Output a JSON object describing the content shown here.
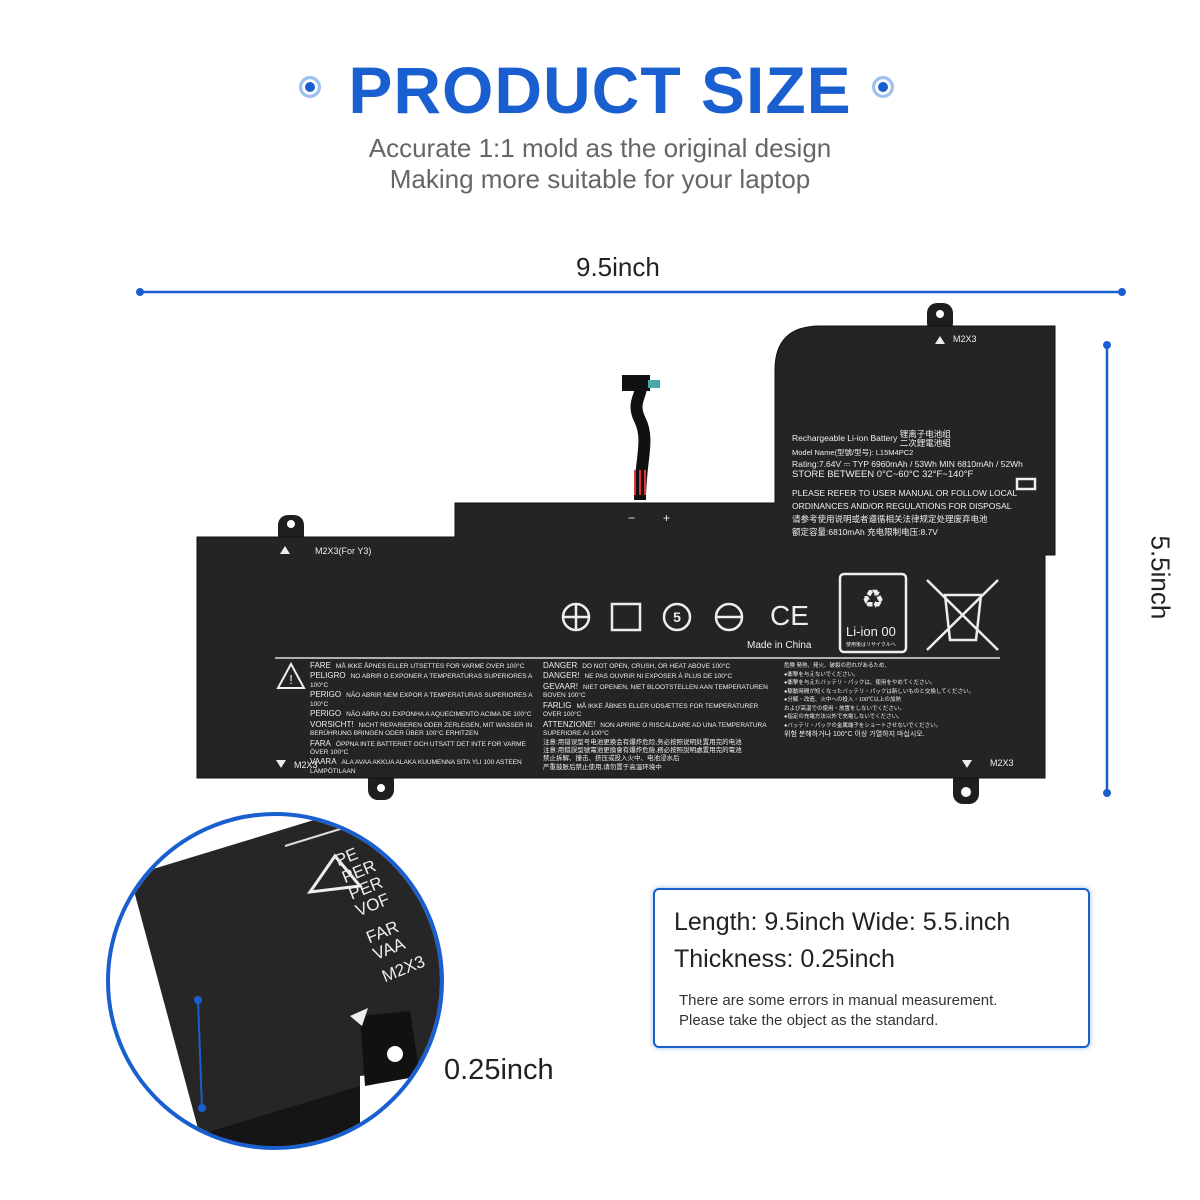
{
  "header": {
    "title": "PRODUCT SIZE",
    "subtitle_line1": "Accurate 1:1 mold as the original design",
    "subtitle_line2": "Making more suitable for your laptop"
  },
  "dimensions": {
    "width": "9.5inch",
    "height": "5.5inch",
    "thickness": "0.25inch"
  },
  "battery": {
    "screw_labels": [
      "M2X3",
      "M2X3(For Y3)",
      "M2X3",
      "M2X3"
    ],
    "polarity": [
      "−",
      "+"
    ],
    "label": {
      "type": "Rechargeable Li-ion Battery",
      "type_cn": "锂离子电池组",
      "type_tw": "二次鋰電池組",
      "model": "Model Name(型號/型号): L15M4PC2",
      "rating": "Rating:7.64V ⎓ TYP 6960mAh / 53Wh  MIN 6810mAh / 52Wh",
      "store": "STORE BETWEEN 0°C~60°C  32°F~140°F",
      "disposal1": "PLEASE REFER TO USER MANUAL OR FOLLOW LOCAL",
      "disposal2": "ORDINANCES AND/OR REGULATIONS FOR DISPOSAL",
      "disposal_cn": "请参考使用说明或者遵循相关法律规定处理废弃电池",
      "capacity_cn": "额定容量:6810mAh   充电限制电压:8.7V"
    },
    "made_in": "Made in China",
    "recycle": {
      "text": "Li-ion 00",
      "sub": "使用後はリサイクルへ"
    },
    "ce": "CE",
    "warnings_left": [
      {
        "k": "FARE",
        "v": "MÅ IKKE ÅPNES ELLER UTSETTES FOR VARME OVER 100°C"
      },
      {
        "k": "PELIGRO",
        "v": "NO ABRIR O EXPONER A TEMPERATURAS SUPERIORES A 100°C"
      },
      {
        "k": "PERIGO",
        "v": "NÃO ABRIR NEM EXPOR A TEMPERATURAS SUPERIORES A 100°C"
      },
      {
        "k": "PERIGO",
        "v": "NÃO ABRA OU EXPONHA A AQUECIMENTO ACIMA DE 100°C"
      },
      {
        "k": "VORSICHT!",
        "v": "NICHT REPARIEREN ODER ZERLEGEN, MIT WASSER IN BERÜHRUNG BRINGEN ODER ÜBER 100°C ERHITZEN"
      },
      {
        "k": "FARA",
        "v": "ÖPPNA INTE BATTERIET OCH UTSATT DET INTE FOR VARME ÖVER 100°C"
      },
      {
        "k": "VAARA",
        "v": "ALA AVAA AKKUA ALAKA KUUMENNA SITA YLI 100 ASTEEN LAMPÖTILAAN"
      }
    ],
    "warnings_mid": [
      {
        "k": "DANGER",
        "v": "DO NOT OPEN, CRUSH, OR HEAT ABOVE 100°C"
      },
      {
        "k": "DANGER!",
        "v": "NE PAS OUVRIR NI EXPOSER À PLUS DE 100°C"
      },
      {
        "k": "GEVAAR!",
        "v": "NIET OPENEN, NIET BLOOTSTELLEN AAN TEMPERATUREN BOVEN 100°C"
      },
      {
        "k": "FARLIG",
        "v": "MÅ IKKE ÅBNES ELLER UDSÆTTES FOR TEMPERATURER OVER 100°C"
      },
      {
        "k": "ATTENZIONE!",
        "v": "NON APRIRE O RISCALDARE AD UNA TEMPERATURA SUPERIORE AI 100°C"
      }
    ],
    "warnings_cn": [
      "注意:用错误型号电池更换会有爆炸危险,务必按照说明处置用完的电池",
      "注意:用錯誤型號電池更換會有爆炸危險,務必按照說明處置用完的電池",
      "禁止拆解、撞击、挤压或投入火中、电池浸水后",
      "严重鼓胀后禁止使用,请勿置于高温环境中"
    ],
    "warnings_jp": [
      "危険 発熱、発火、破裂の恐れがあるため、",
      "●衝撃を与えないでください。",
      "●衝撃を与えたバッテリ・パックは、使用をやめてください。",
      "●駆動時間が短くなったバッテリ・パックは新しいものと交換してください。",
      "●分解・改造、火中への投入・100℃以上の加熱",
      "および高温での使用・放置をしないでください。",
      "●指定の充電方法以外で充電しないでください。",
      "●バッテリ・パックの金属端子をショートさせないでください。"
    ],
    "warnings_kr": "위험 분해하거나 100°C 이상 가열하지 마십시오."
  },
  "closeup": {
    "texts": [
      "PE",
      "PER",
      "PER",
      "VOF",
      "FAR",
      "VAA",
      "M2X3"
    ]
  },
  "info_box": {
    "line1": "Length: 9.5inch Wide: 5.5.inch",
    "line2": "Thickness: 0.25inch",
    "note1": "There are some errors in manual measurement.",
    "note2": "Please take the object as the standard."
  },
  "colors": {
    "accent": "#1a5fd0",
    "battery": "#232323"
  }
}
